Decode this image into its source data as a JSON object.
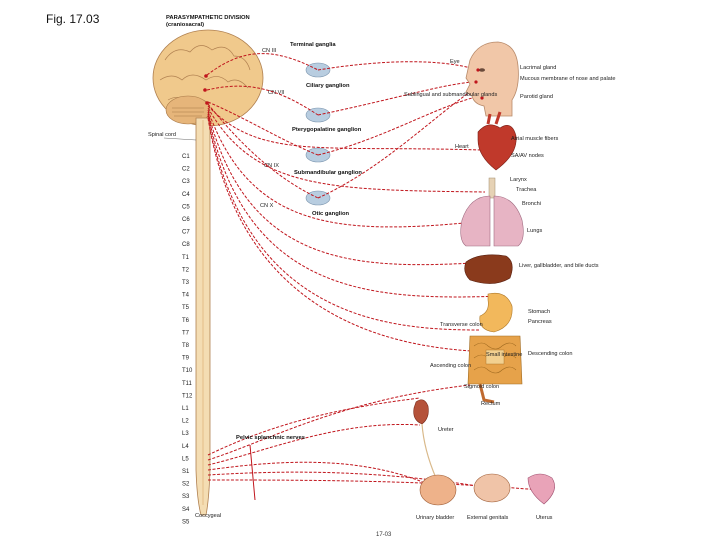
{
  "figure_title": "Fig. 17.03",
  "footer_label": "17-03",
  "heading": {
    "title": "PARASYMPATHETIC DIVISION",
    "subtitle": "(craniosacral)"
  },
  "cranial_nerves": [
    "CN III",
    "CN VII",
    "CN IX",
    "CN X"
  ],
  "ganglia": {
    "terminal": "Terminal ganglia",
    "ciliary": "Ciliary ganglion",
    "pterygopalatine": "Pterygopalatine ganglion",
    "submandibular": "Submandibular ganglion",
    "otic": "Otic ganglion"
  },
  "spinal_cord_label": "Spinal cord",
  "segments": [
    "C1",
    "C2",
    "C3",
    "C4",
    "C5",
    "C6",
    "C7",
    "C8",
    "T1",
    "T2",
    "T3",
    "T4",
    "T5",
    "T6",
    "T7",
    "T8",
    "T9",
    "T10",
    "T11",
    "T12",
    "L1",
    "L2",
    "L3",
    "L4",
    "L5",
    "S1",
    "S2",
    "S3",
    "S4",
    "S5"
  ],
  "coccygeal_label": "Coccygeal",
  "pelvic_nerves_label": "Pelvic splanchnic nerves",
  "organs": {
    "eye": "Eye",
    "lacrimal": "Lacrimal gland",
    "mucous": "Mucous membrane of nose and palate",
    "parotid": "Parotid gland",
    "sublingual": "Sublingual and submandibular glands",
    "atrial": "Atrial muscle fibers",
    "heart": "Heart",
    "sa_av": "SA/AV nodes",
    "larynx": "Larynx",
    "trachea": "Trachea",
    "bronchi": "Bronchi",
    "lungs": "Lungs",
    "liver": "Liver, gallbladder, and bile ducts",
    "stomach": "Stomach",
    "pancreas": "Pancreas",
    "transverse": "Transverse colon",
    "small_int": "Small intestine",
    "descending": "Descending colon",
    "ascending": "Ascending colon",
    "sigmoid": "Sigmoid colon",
    "rectum": "Rectum",
    "ureter": "Ureter",
    "bladder": "Urinary bladder",
    "genitals": "External genitals",
    "uterus": "Uterus"
  },
  "colors": {
    "nerve": "#c0151c",
    "brain": "#f0c98c",
    "cord": "#f4ddb3",
    "ganglion": "#b8cde0",
    "heart": "#c0392b",
    "lung": "#e7b4c4",
    "liver": "#8a3a1c",
    "stomach": "#f2b85c",
    "intestine": "#e6a24a",
    "kidney": "#b5523a",
    "skin": "#f1c7a8"
  }
}
